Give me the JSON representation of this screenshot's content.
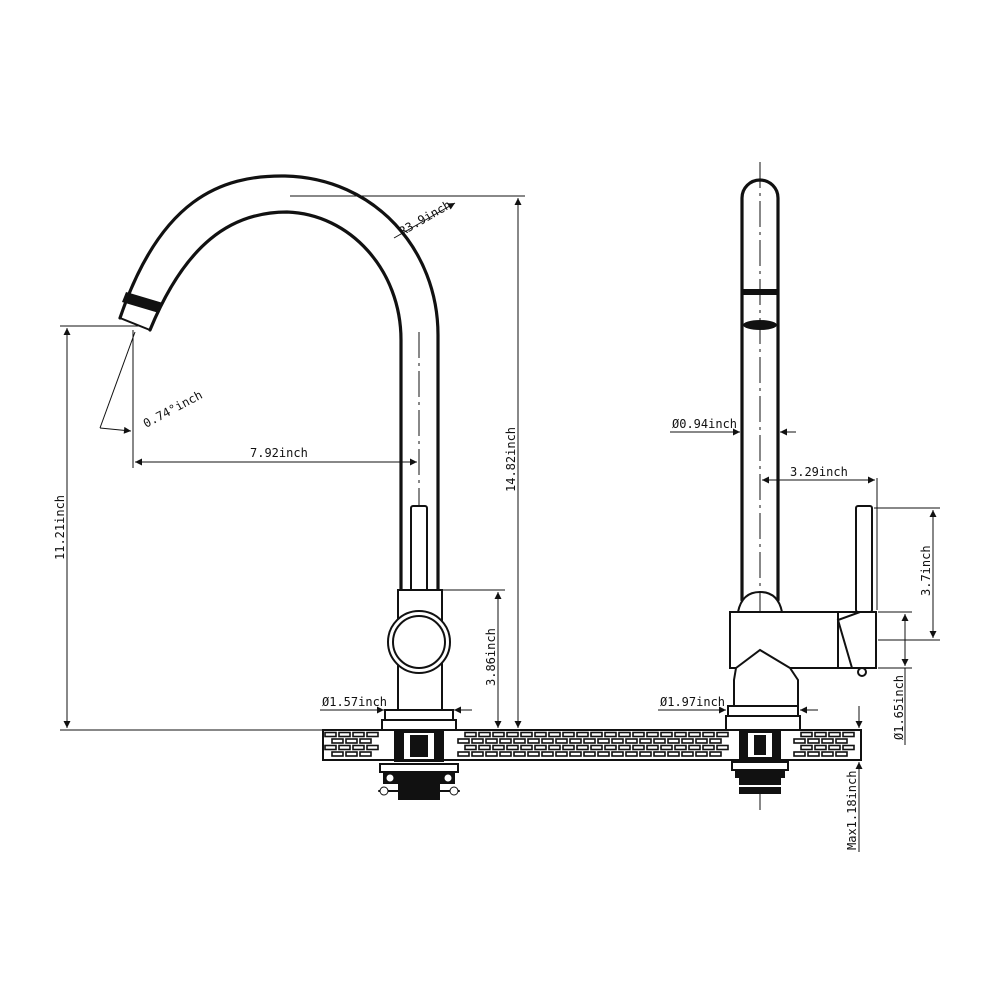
{
  "dimensions": {
    "spout_radius": "R3.9inch",
    "spout_angle": "0.74°inch",
    "spout_reach": "7.92inch",
    "total_height": "14.82inch",
    "spout_height": "11.21inch",
    "body_height": "3.86inch",
    "base_diameter_front": "Ø1.57inch",
    "spout_diameter": "Ø0.94inch",
    "handle_reach": "3.29inch",
    "handle_height": "3.7inch",
    "base_diameter_side": "Ø1.97inch",
    "mount_hole": "Ø1.65inch",
    "deck_thickness": "Max1.18inch"
  },
  "colors": {
    "line": "#111111",
    "background": "#ffffff"
  },
  "icons": {
    "arrow_icon": "filled-triangle-arrowhead",
    "deck_icon": "brick-hatch-pattern",
    "mount_icon": "threaded-shank-with-nut"
  }
}
